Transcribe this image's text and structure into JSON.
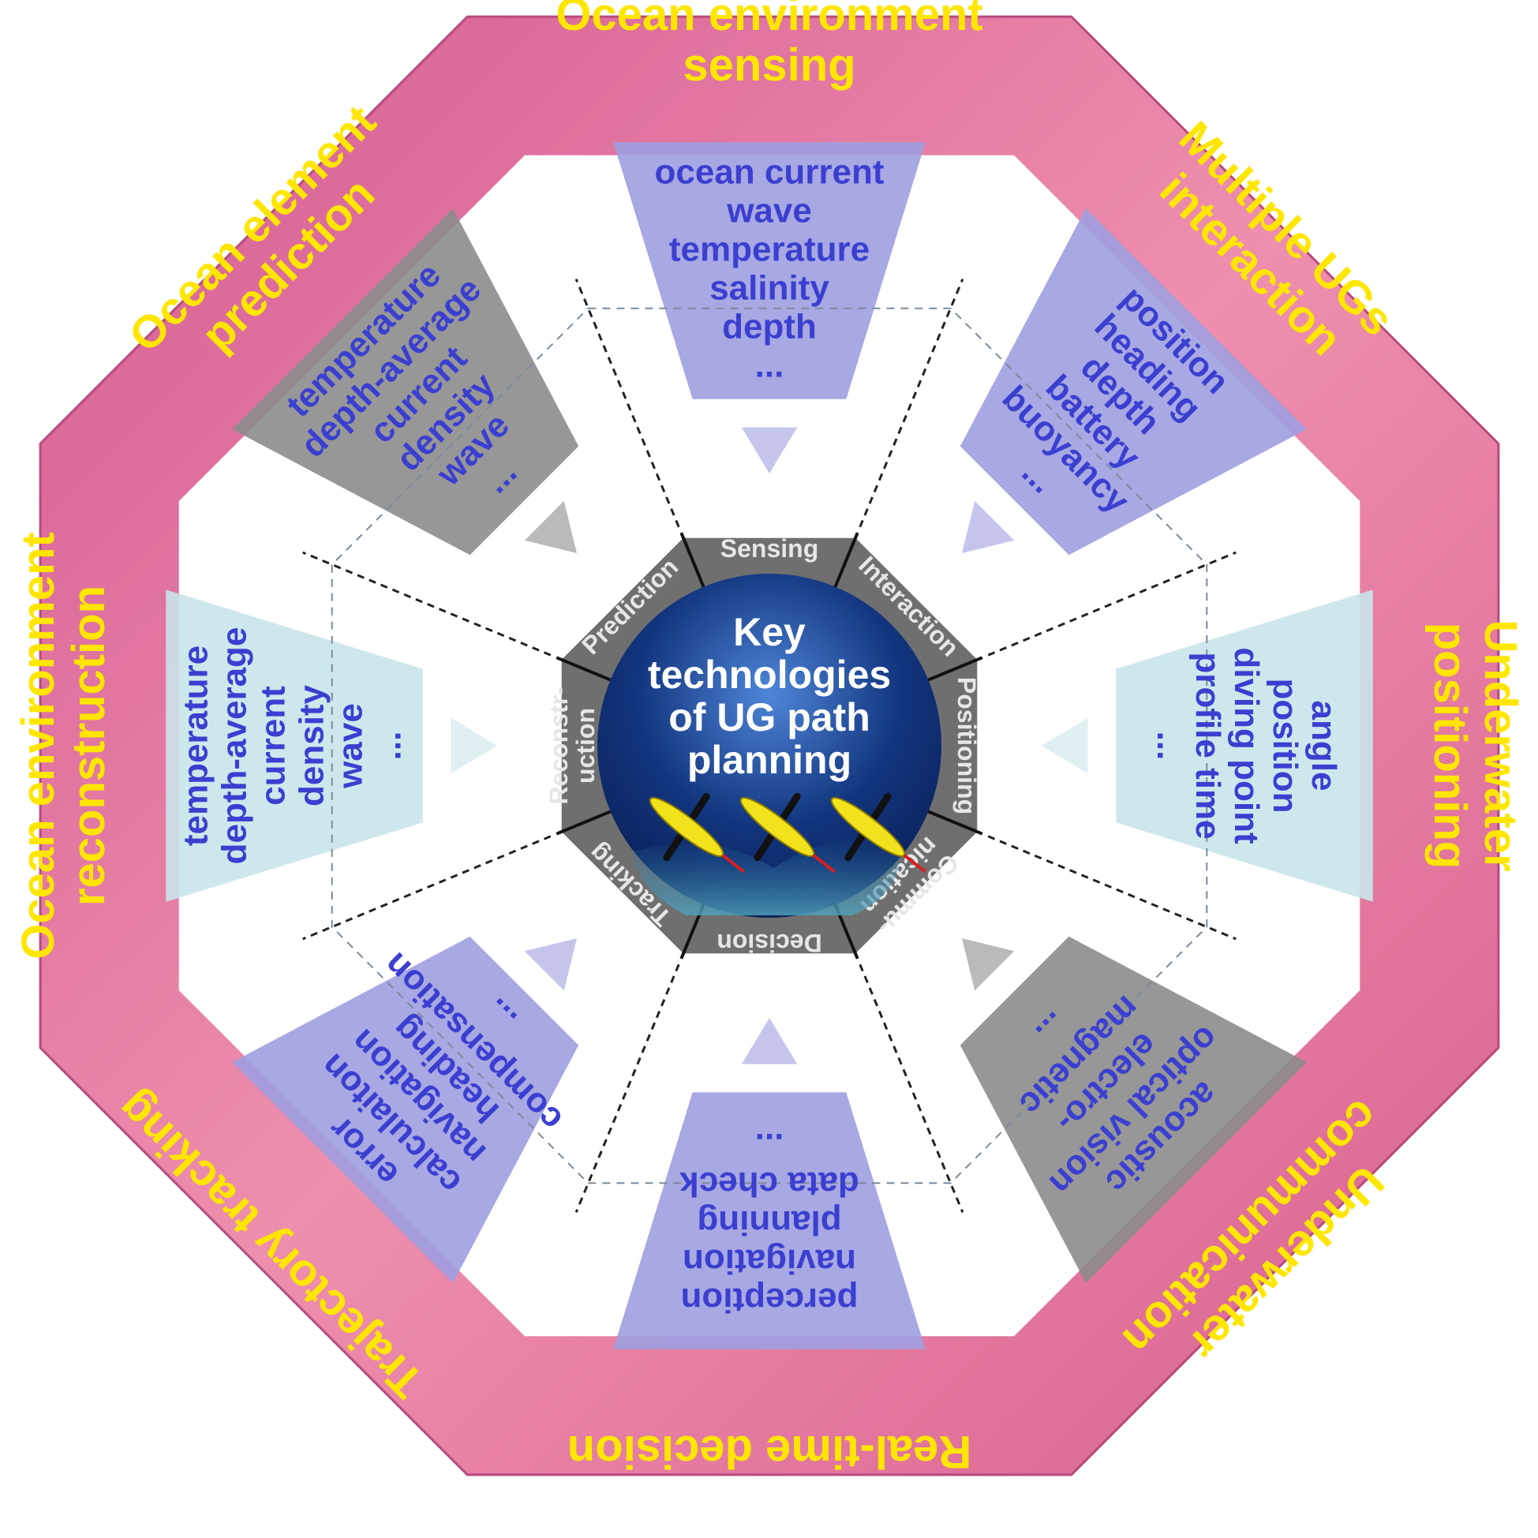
{
  "colors": {
    "outer_ring": "#e57aa6",
    "inner_bg": "#ffffff",
    "outer_label": "#ffe600",
    "item_text": "#3b3fd0",
    "hub": "#6f6f6f",
    "hub_label": "#e6e6e6",
    "panel_purple": "#9e9ee0",
    "panel_gray": "#8c8c8c",
    "panel_lightblue": "#c9e4ea"
  },
  "center": {
    "title_lines": [
      "Key",
      "technologies",
      "of UG path",
      "planning"
    ]
  },
  "sectors": [
    {
      "outer_label_lines": [
        "Ocean environment",
        "sensing"
      ],
      "hub_label_lines": [
        "Sensing"
      ],
      "items": [
        "ocean current",
        "wave",
        "temperature",
        "salinity",
        "depth",
        "..."
      ],
      "panel_color": "purple"
    },
    {
      "outer_label_lines": [
        "Multiple UGs",
        "interaction"
      ],
      "hub_label_lines": [
        "Interaction"
      ],
      "items": [
        "position",
        "heading",
        "depth",
        "battery",
        "buoyancy",
        "..."
      ],
      "panel_color": "purple"
    },
    {
      "outer_label_lines": [
        "Underwater",
        "positioning"
      ],
      "hub_label_lines": [
        "Positioning"
      ],
      "items": [
        "angle",
        "position",
        "diving point",
        "profile time",
        "..."
      ],
      "panel_color": "lightblue"
    },
    {
      "outer_label_lines": [
        "Underwater",
        "communication"
      ],
      "hub_label_lines": [
        "Commu-",
        "nication"
      ],
      "items": [
        "acoustic",
        "optical vision",
        "electro-",
        "magnetic",
        "..."
      ],
      "panel_color": "gray"
    },
    {
      "outer_label_lines": [
        "Real-time decision"
      ],
      "hub_label_lines": [
        "Decision"
      ],
      "items": [
        "perception",
        "navigation",
        "planning",
        "data check",
        "..."
      ],
      "panel_color": "purple"
    },
    {
      "outer_label_lines": [
        "Trajectory tracking"
      ],
      "hub_label_lines": [
        "Tracking"
      ],
      "items": [
        "error",
        "calculaiton",
        "navigation",
        "heading",
        "compensation",
        "..."
      ],
      "panel_color": "purple"
    },
    {
      "outer_label_lines": [
        "Ocean environment",
        "reconstruction"
      ],
      "hub_label_lines": [
        "Reconstr-",
        "uction"
      ],
      "items": [
        "temperature",
        "depth-average",
        "current",
        "density",
        "wave",
        "..."
      ],
      "panel_color": "lightblue"
    },
    {
      "outer_label_lines": [
        "Ocean element",
        "prediction"
      ],
      "hub_label_lines": [
        "Prediction"
      ],
      "items": [
        "temperature",
        "depth-average",
        "current",
        "density",
        "wave",
        "..."
      ],
      "panel_color": "gray"
    }
  ]
}
